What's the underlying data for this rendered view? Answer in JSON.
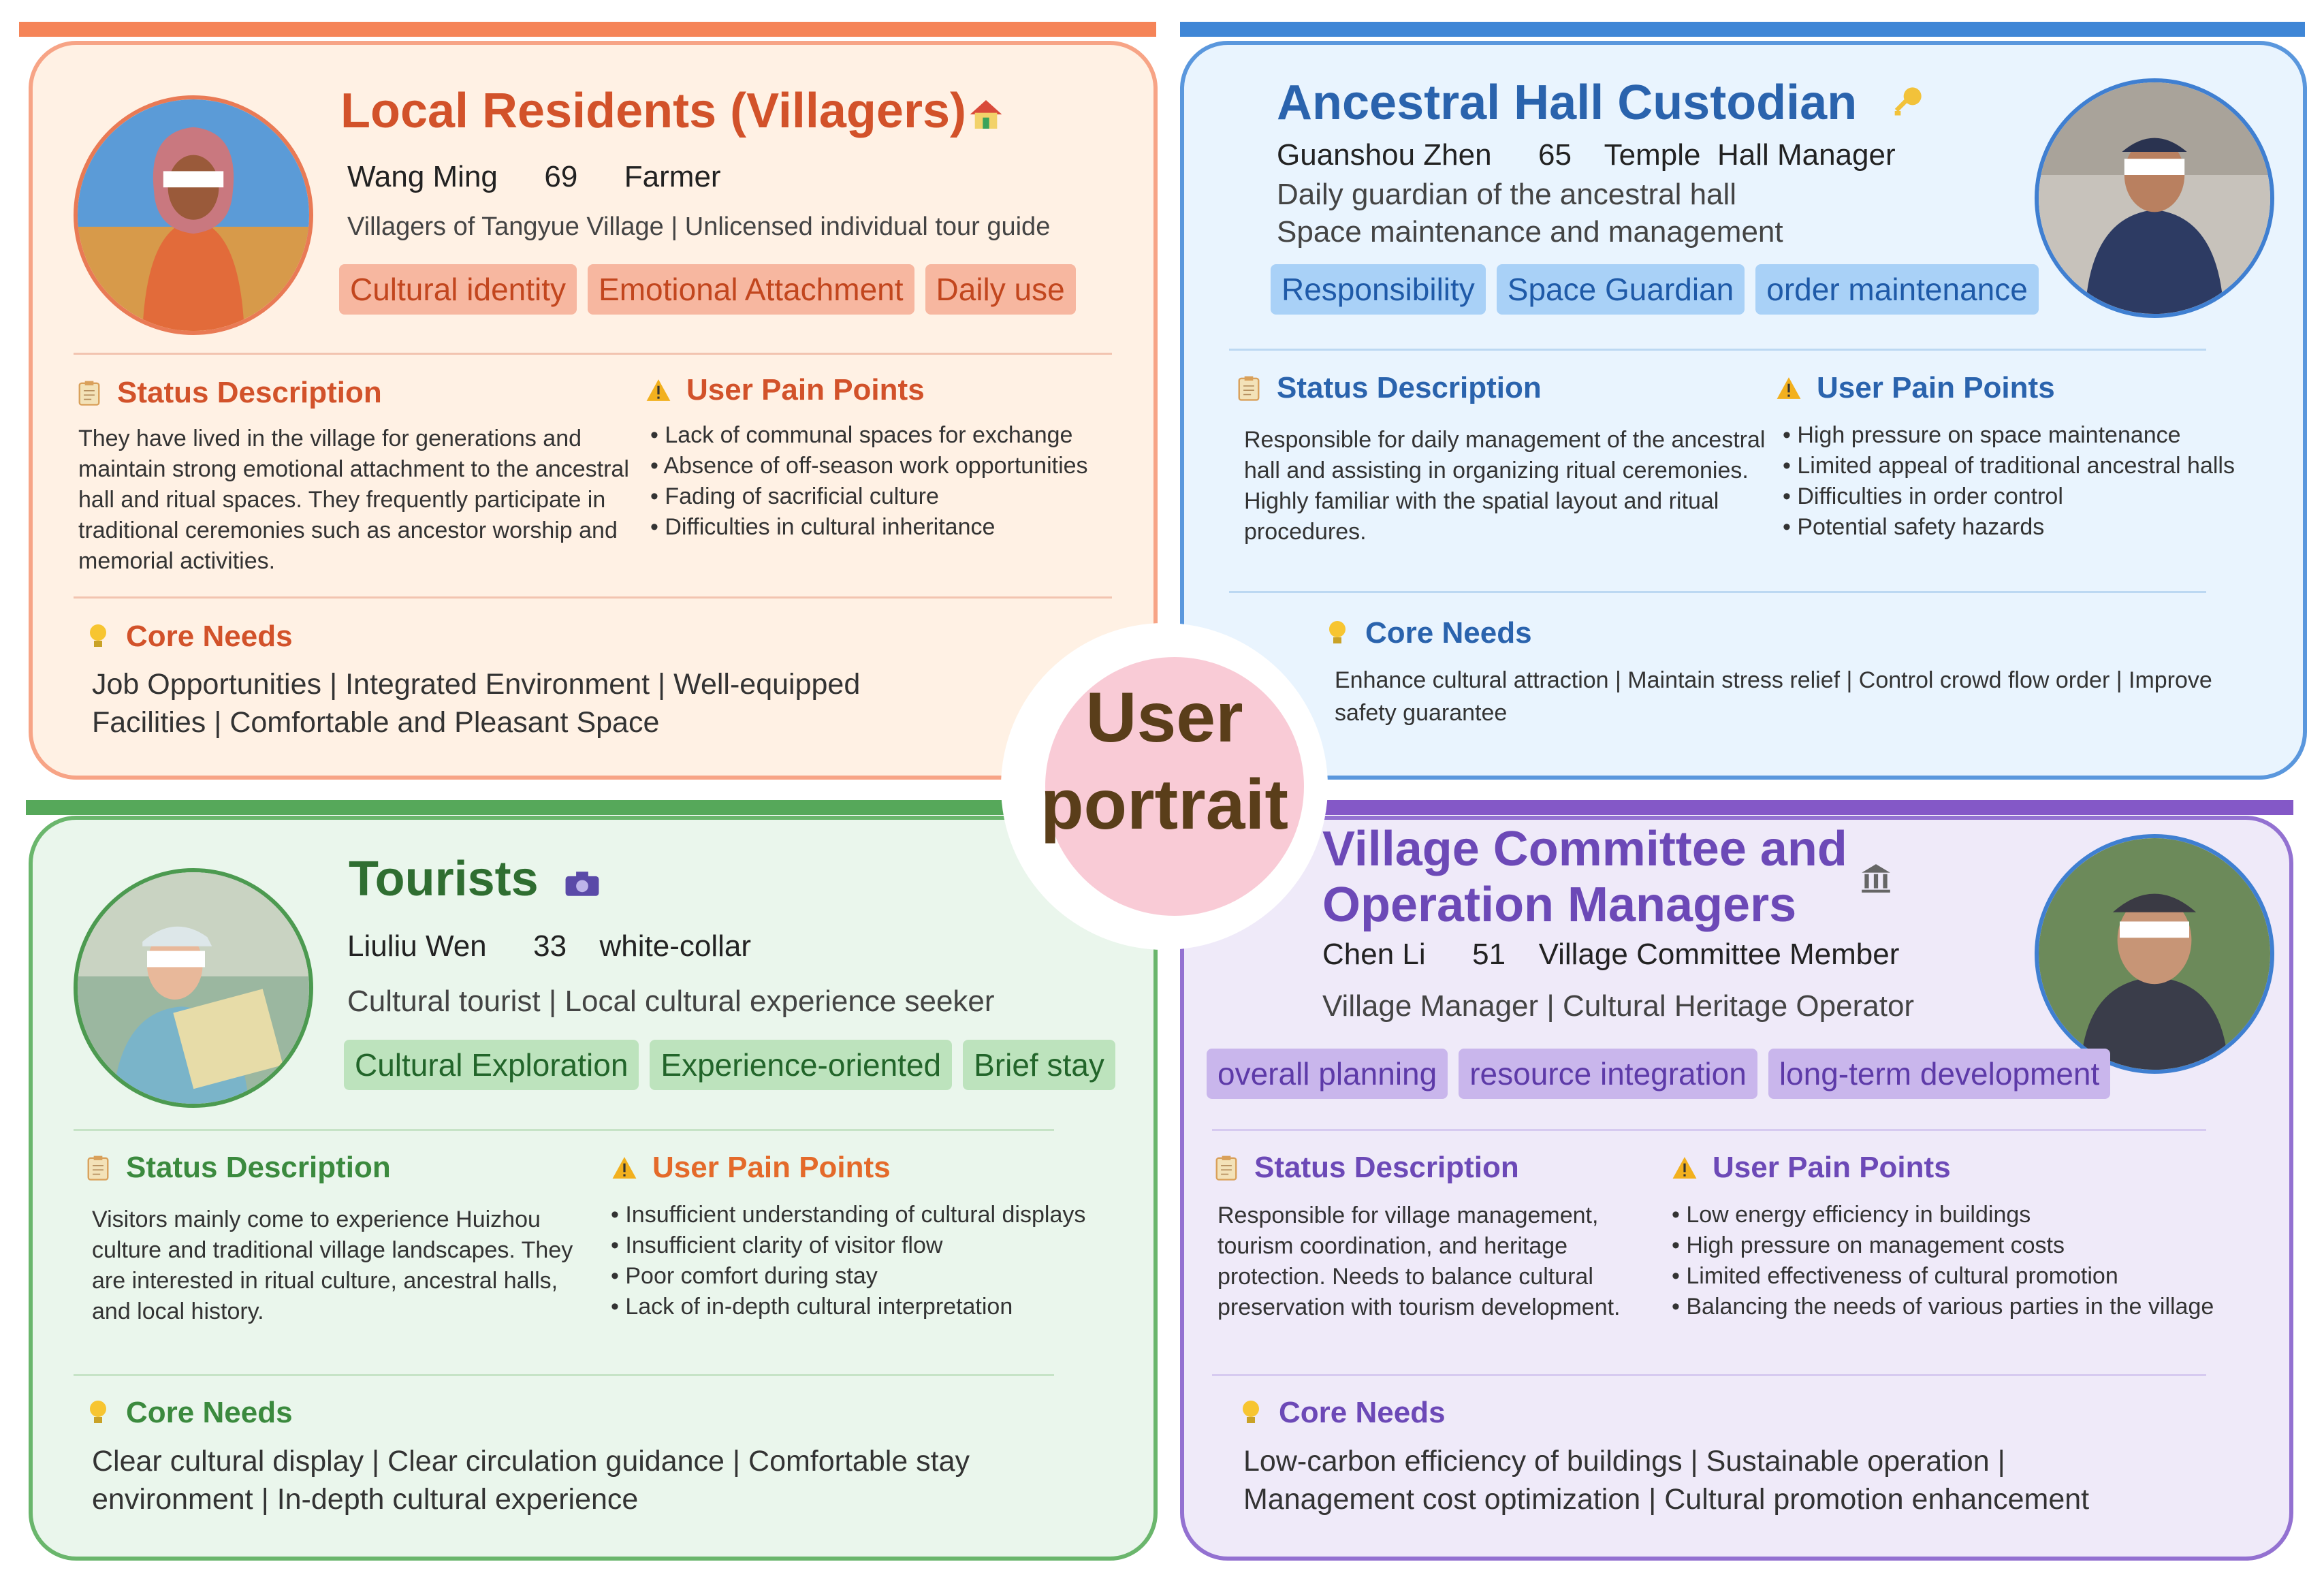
{
  "colors": {
    "residents": {
      "accent": "#d2522a",
      "bar": "#f58458",
      "border": "#f7a486",
      "bg": "#fff1e4",
      "tag_bg": "#f7b7a0",
      "tag_fg": "#c2461e",
      "sect": "#d2522a",
      "divider": "#f2c4b0"
    },
    "custodian": {
      "accent": "#2a63ad",
      "bar": "#3f86d6",
      "border": "#5a97dd",
      "bg": "#e9f4fe",
      "tag_bg": "#a9d1f7",
      "tag_fg": "#1f5aa8",
      "sect": "#2a63ad",
      "divider": "#bcd8f2"
    },
    "tourists": {
      "accent": "#2f6e31",
      "bar": "#56a85a",
      "border": "#6ab66c",
      "bg": "#eaf6ec",
      "tag_bg": "#bde3bd",
      "tag_fg": "#22652a",
      "sect": "#3b8a3e",
      "divider": "#c6e3c6"
    },
    "committee": {
      "accent": "#6c49b7",
      "bar": "#8458c7",
      "border": "#9371d1",
      "bg": "#efeaf9",
      "tag_bg": "#c9b6ec",
      "tag_fg": "#5d3aa8",
      "sect": "#6c49b7",
      "divider": "#d6caf0"
    },
    "center_circle": "#f9cbd6",
    "center_text": "#5a3e1a"
  },
  "center": {
    "line1": "User",
    "line2": "portrait"
  },
  "residents": {
    "title": "Local Residents (Villagers)",
    "icon": "house-icon",
    "name": "Wang Ming",
    "age": "69",
    "occupation": "Farmer",
    "role": "Villagers of Tangyue Village | Unlicensed individual tour guide",
    "tags": [
      "Cultural identity",
      "Emotional Attachment",
      "Daily use"
    ],
    "status_heading": "Status Description",
    "status_text": "They have lived in the village for generations and maintain strong emotional attachment to the ancestral hall and ritual spaces. They frequently participate in traditional ceremonies such as ancestor worship and memorial activities.",
    "pain_heading": "User Pain Points",
    "pain_points": [
      "Lack of communal spaces for exchange",
      "Absence of off-season work opportunities",
      "Fading of sacrificial culture",
      "Difficulties in cultural inheritance"
    ],
    "needs_heading": "Core Needs",
    "needs_text": "Job Opportunities | Integrated Environment | Well-equipped Facilities | Comfortable and Pleasant Space"
  },
  "custodian": {
    "title": "Ancestral Hall Custodian",
    "icon": "key-icon",
    "name": "Guanshou Zhen",
    "age": "65",
    "occupation": "Temple  Hall Manager",
    "role_lines": [
      "Daily guardian of the ancestral hall",
      "Space maintenance and management"
    ],
    "tags": [
      "Responsibility",
      "Space Guardian",
      "order maintenance"
    ],
    "status_heading": "Status Description",
    "status_text": "Responsible for daily management of the ancestral hall and assisting in organizing ritual ceremonies. Highly familiar with the spatial layout and ritual procedures.",
    "pain_heading": "User Pain Points",
    "pain_points": [
      "High pressure on space maintenance",
      "Limited appeal of traditional ancestral halls",
      "Difficulties in order control",
      "Potential safety hazards"
    ],
    "needs_heading": "Core Needs",
    "needs_text": "Enhance cultural attraction | Maintain stress relief | Control crowd flow order | Improve safety guarantee"
  },
  "tourists": {
    "title": "Tourists",
    "icon": "camera-icon",
    "name": "Liuliu Wen",
    "age": "33",
    "occupation": "white-collar",
    "role": "Cultural tourist | Local cultural experience seeker",
    "tags": [
      "Cultural Exploration",
      "Experience-oriented",
      "Brief stay"
    ],
    "status_heading": "Status Description",
    "status_text": "Visitors mainly come to experience Huizhou culture and traditional village landscapes. They are interested in ritual culture, ancestral halls, and local history.",
    "pain_heading": "User Pain Points",
    "pain_points": [
      "Insufficient understanding of cultural displays",
      "Insufficient clarity of visitor flow",
      "Poor comfort during stay",
      "Lack of in-depth cultural interpretation"
    ],
    "needs_heading": "Core Needs",
    "needs_text": "Clear cultural display | Clear circulation guidance | Comfortable stay environment | In-depth cultural experience"
  },
  "committee": {
    "title": "Village Committee and Operation Managers",
    "icon": "institution-icon",
    "name": "Chen Li",
    "age": "51",
    "occupation": "Village Committee Member",
    "role": "Village Manager | Cultural Heritage Operator",
    "tags": [
      "overall planning",
      "resource integration",
      "long-term development"
    ],
    "status_heading": "Status Description",
    "status_text": "Responsible for village management, tourism coordination, and heritage protection. Needs to balance cultural preservation with tourism development.",
    "pain_heading": "User Pain Points",
    "pain_points": [
      "Low energy efficiency in buildings",
      "High pressure on management costs",
      "Limited effectiveness of cultural promotion",
      "Balancing the needs of various parties in the village"
    ],
    "needs_heading": "Core Needs",
    "needs_text": "Low-carbon efficiency of buildings | Sustainable operation | Management cost optimization | Cultural promotion enhancement"
  }
}
